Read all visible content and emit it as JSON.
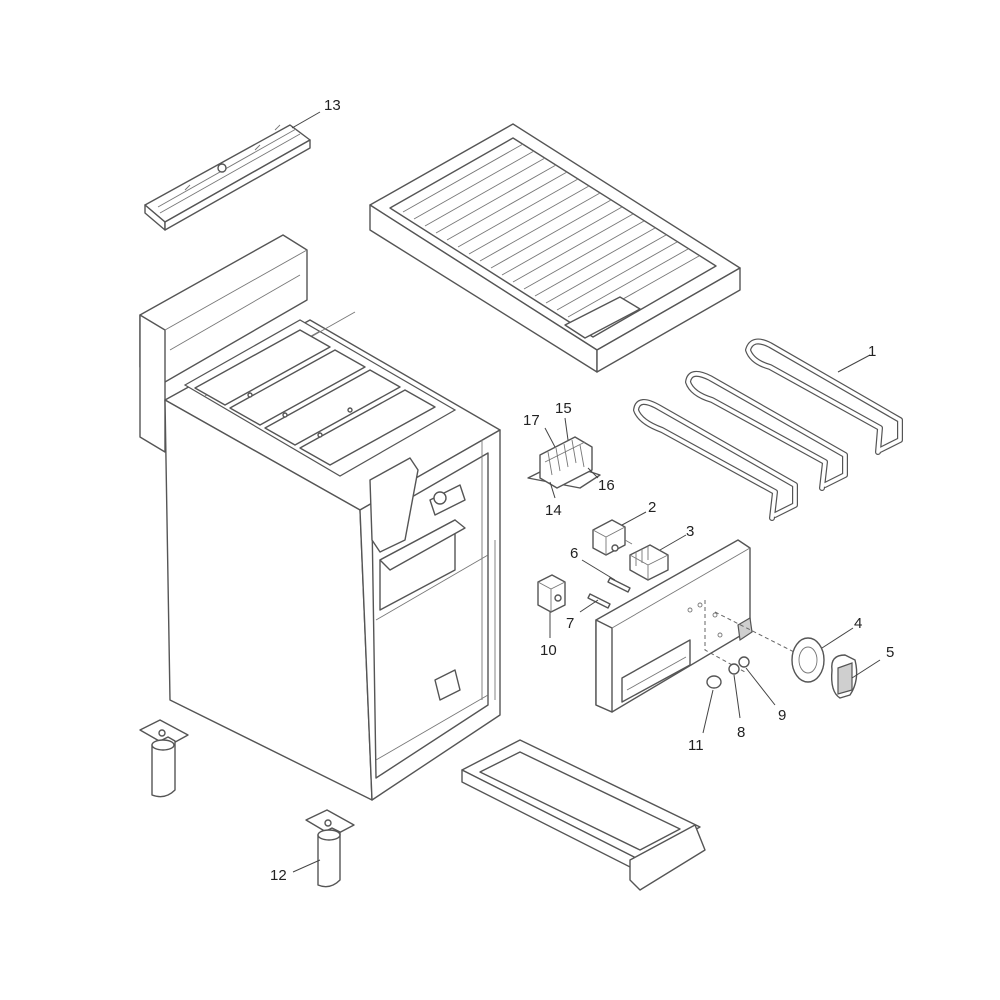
{
  "diagram": {
    "parts": [
      {
        "number": "1"
      },
      {
        "number": "2"
      },
      {
        "number": "3"
      },
      {
        "number": "4"
      },
      {
        "number": "5"
      },
      {
        "number": "6"
      },
      {
        "number": "7"
      },
      {
        "number": "8"
      },
      {
        "number": "9"
      },
      {
        "number": "10"
      },
      {
        "number": "11"
      },
      {
        "number": "12"
      },
      {
        "number": "13"
      },
      {
        "number": "14"
      },
      {
        "number": "15"
      },
      {
        "number": "16"
      },
      {
        "number": "17"
      }
    ]
  }
}
